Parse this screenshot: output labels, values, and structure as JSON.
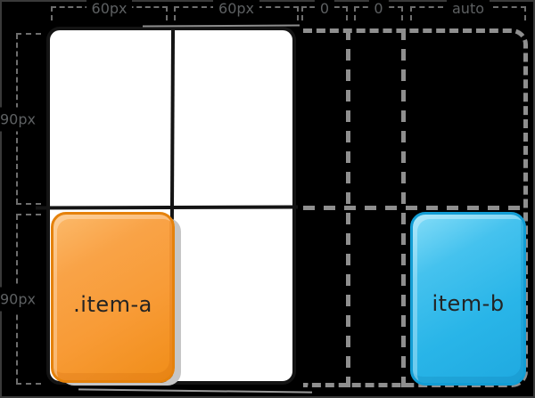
{
  "diagram": {
    "column_track_labels": [
      "60px",
      "60px",
      "0",
      "0",
      "auto"
    ],
    "row_track_labels": [
      "90px",
      "90px"
    ],
    "items": [
      {
        "label": ".item-a",
        "fill": "#f89b36",
        "border": "#e5820c",
        "text_color": "#232323"
      },
      {
        "label": "item-b",
        "fill": "#29b5e8",
        "border": "#129dd4",
        "text_color": "#232323"
      }
    ],
    "colors": {
      "background": "#000000",
      "frame_border": "#3a3a3a",
      "container_fill": "#ffffff",
      "container_stroke": "#141414",
      "implicit_dash": "#8f8f8f",
      "bracket_dash": "#6e6e6e",
      "track_label_text": "#5d6062",
      "item_a_shadow": "#c6c6c6"
    }
  }
}
